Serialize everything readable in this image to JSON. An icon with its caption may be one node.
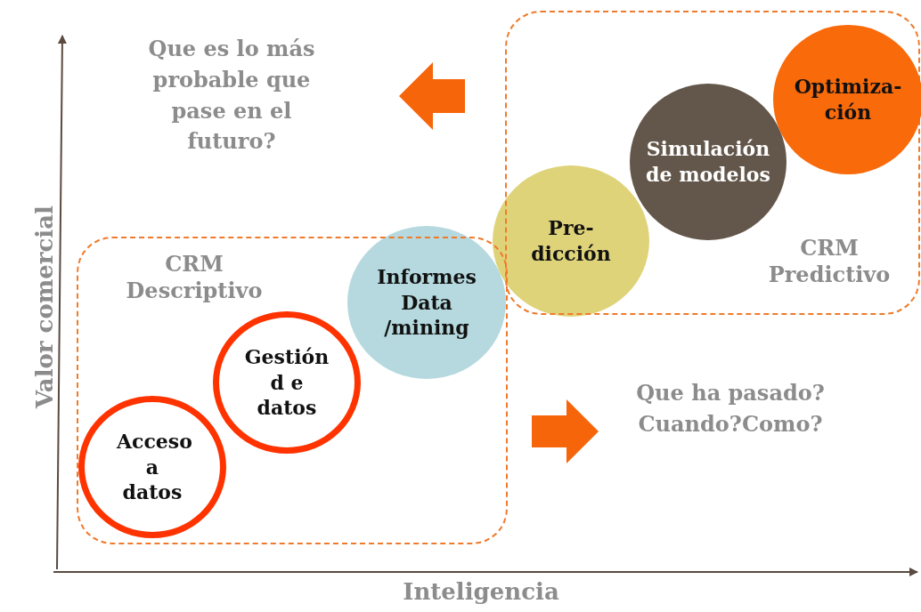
{
  "diagram": {
    "nodes": [
      {
        "text": [
          "CRM Descriptivo"
        ]
      },
      {
        "text": [
          "Acceso a datos"
        ],
        "in": 0
      },
      {
        "text": [
          "Gestión d e datos"
        ],
        "in": 0
      },
      {
        "text": [
          "Informes Data /mining"
        ]
      },
      {
        "text": [
          "CRM Predictivo"
        ]
      },
      {
        "text": [
          "Pre- dicción"
        ]
      },
      {
        "text": [
          "Simulación de modelos"
        ],
        "in": 4
      },
      {
        "text": [
          "Optimiza- ción"
        ],
        "in": 4
      },
      {
        "text": [
          "Que es lo más probable que pase en el futuro?"
        ]
      },
      {
        "text": [
          "Que ha pasado? Cuando?Como?"
        ]
      }
    ],
    "edges": [
      {
        "from": null,
        "to": 8,
        "arrow": "to"
      },
      {
        "from": null,
        "to": 9,
        "arrow": "to"
      }
    ],
    "labels": [
      "Valor comercial",
      "Inteligencia"
    ]
  }
}
